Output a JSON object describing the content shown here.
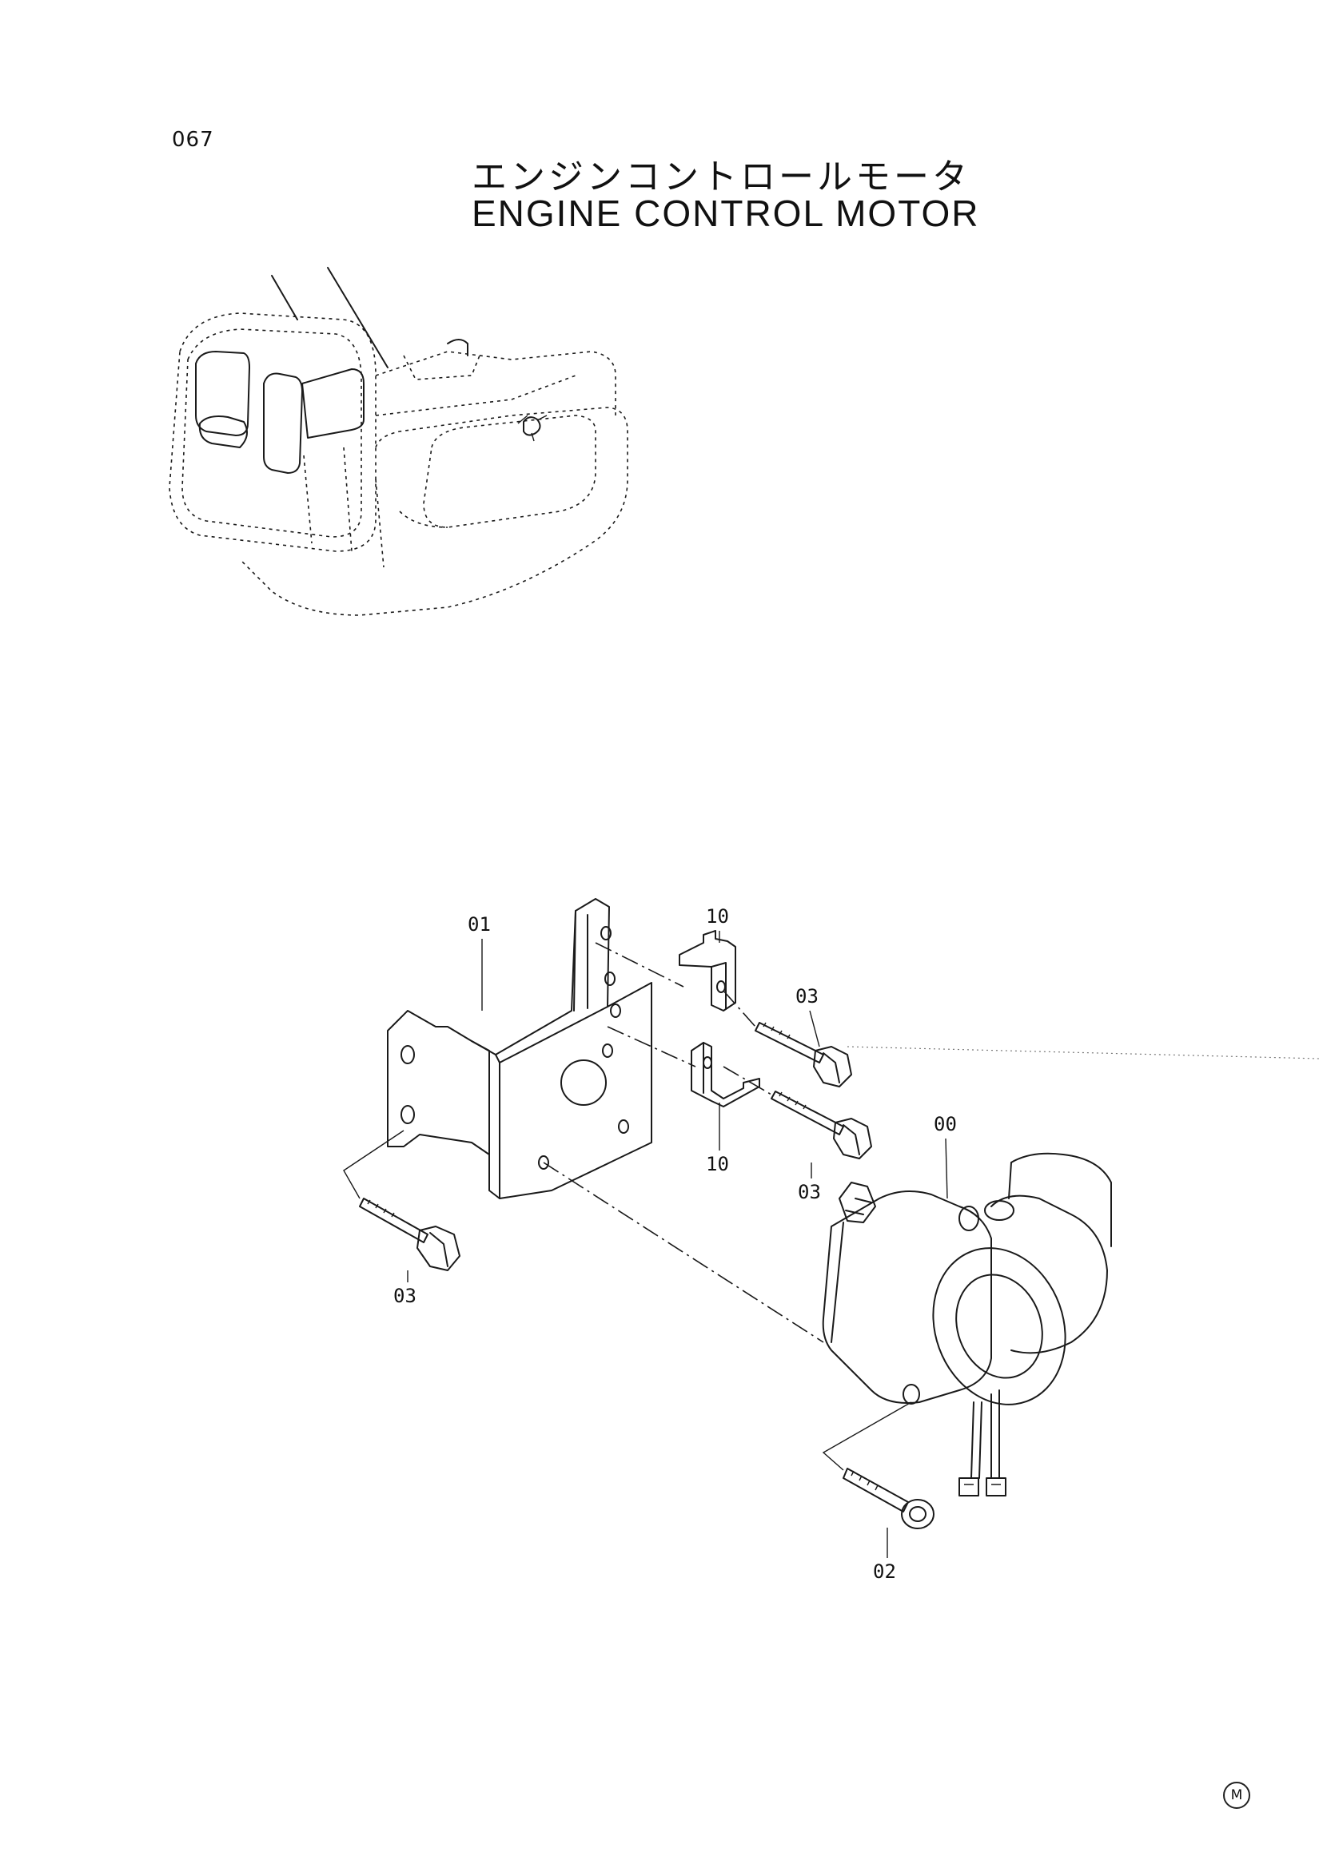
{
  "page_number": "067",
  "title_jp": "エンジンコントロールモータ",
  "title_en": "ENGINE CONTROL MOTOR",
  "part_labels": {
    "p00": "00",
    "p01": "01",
    "p02": "02",
    "p03_a": "03",
    "p03_b": "03",
    "p03_c": "03",
    "p10_a": "10",
    "p10_b": "10"
  },
  "corner_marker": "M"
}
